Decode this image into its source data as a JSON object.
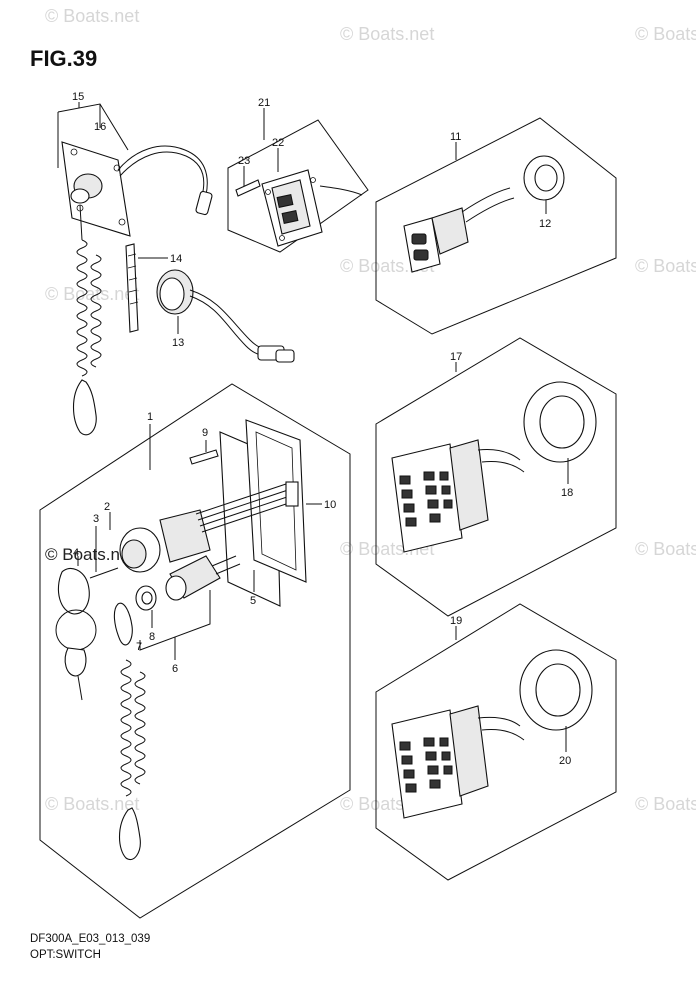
{
  "figure": {
    "title": "FIG.39"
  },
  "footer": {
    "code": "DF300A_E03_013_039",
    "name": "OPT:SWITCH"
  },
  "watermark": {
    "text": "© Boats.net"
  },
  "callouts": {
    "c1": "1",
    "c2": "2",
    "c3": "3",
    "c4": "4",
    "c5": "5",
    "c6": "6",
    "c7": "7",
    "c8": "8",
    "c9": "9",
    "c10": "10",
    "c11": "11",
    "c12": "12",
    "c13": "13",
    "c14": "14",
    "c15": "15",
    "c16": "16",
    "c17": "17",
    "c18": "18",
    "c19": "19",
    "c20": "20",
    "c21": "21",
    "c22": "22",
    "c23": "23"
  }
}
